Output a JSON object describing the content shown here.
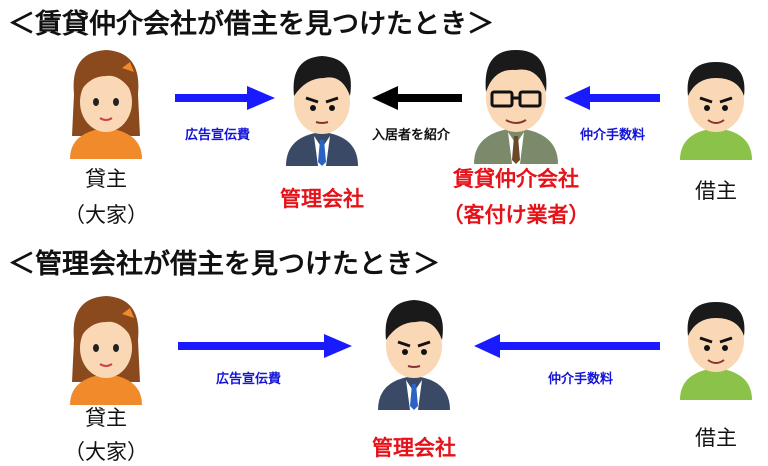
{
  "scenario1": {
    "heading": "＜賃貸仲介会社が借主を見つけたとき＞",
    "landlord_label": "貸主",
    "landlord_sub": "（大家）",
    "manager_label": "管理会社",
    "broker_label": "賃貸仲介会社",
    "broker_sub": "（客付け業者）",
    "tenant_label": "借主",
    "arrow_ad_fee": "広告宣伝費",
    "arrow_referral": "入居者を紹介",
    "arrow_commission": "仲介手数料"
  },
  "scenario2": {
    "heading": "＜管理会社が借主を見つけたとき＞",
    "landlord_label": "貸主",
    "landlord_sub": "（大家）",
    "manager_label": "管理会社",
    "tenant_label": "借主",
    "arrow_ad_fee": "広告宣伝費",
    "arrow_commission": "仲介手数料"
  },
  "colors": {
    "arrow_blue": "#1a1aff",
    "arrow_black": "#000000",
    "label_red": "#e6121a",
    "arrow_text_blue": "#1515d8"
  },
  "icons": {
    "landlord": "woman-orange-sweater-icon",
    "manager": "man-suit-icon",
    "broker": "man-glasses-suit-icon",
    "tenant": "man-green-shirt-icon"
  }
}
